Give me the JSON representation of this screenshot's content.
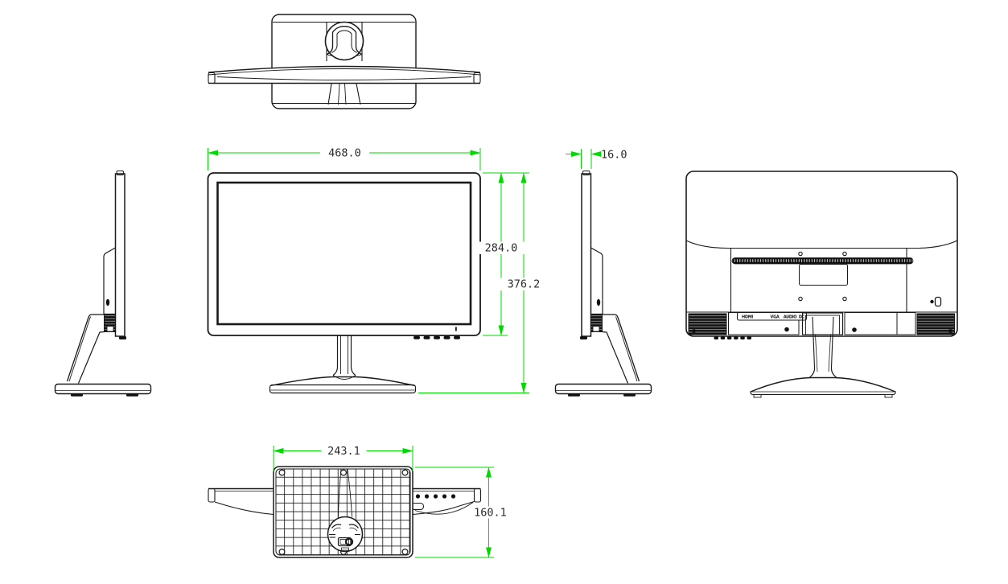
{
  "drawing": {
    "type": "technical-orthographic-drawing",
    "subject": "desktop monitor with stand",
    "views": {
      "top": "top-view",
      "front": "front-view",
      "left_side": "left-side-view",
      "right_side": "right-side-view",
      "back": "back-view",
      "bottom": "bottom-view"
    },
    "colors": {
      "line": "#1a1a1a",
      "dimension": "#00d900",
      "background": "#ffffff"
    },
    "dimensions": {
      "front_width": "468.0",
      "panel_height": "284.0",
      "overall_height": "376.2",
      "panel_thickness": "16.0",
      "base_width": "243.1",
      "base_depth": "160.1"
    },
    "ports": {
      "labels": [
        "HDMI",
        "VGA",
        "AUDIO",
        "DC"
      ]
    }
  }
}
